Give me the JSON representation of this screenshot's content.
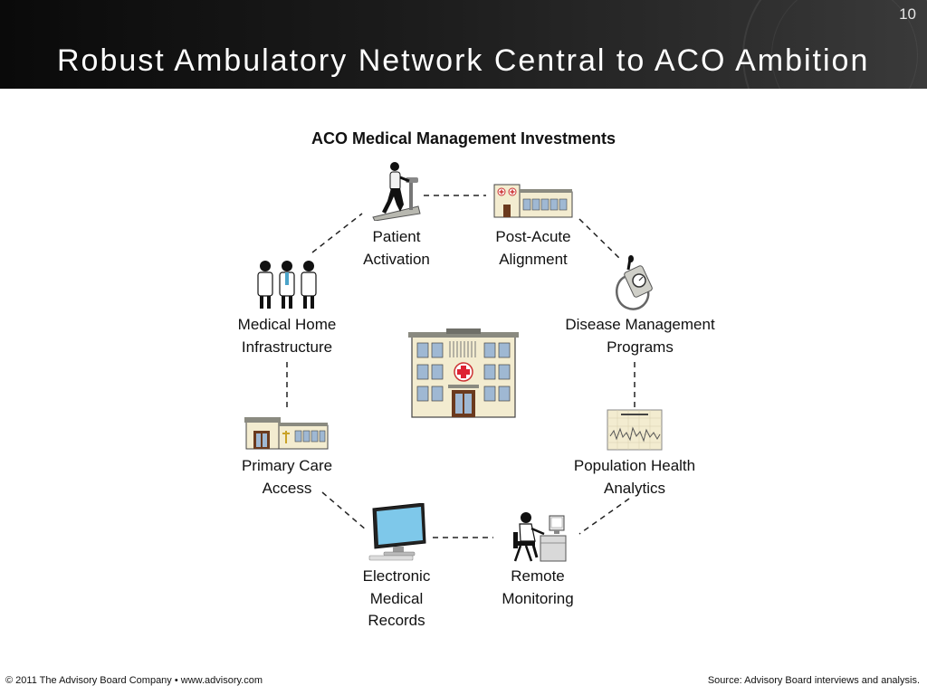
{
  "header": {
    "title": "Robust Ambulatory Network Central to ACO Ambition",
    "page_number": "10"
  },
  "diagram": {
    "heading": "ACO Medical Management Investments",
    "nodes": [
      {
        "key": "patient_activation",
        "label_lines": [
          "Patient",
          "Activation"
        ],
        "icon": "treadmill-runner-icon"
      },
      {
        "key": "post_acute",
        "label_lines": [
          "Post-Acute",
          "Alignment"
        ],
        "icon": "facility-building-icon"
      },
      {
        "key": "disease_mgmt",
        "label_lines": [
          "Disease Management",
          "Programs"
        ],
        "icon": "blood-pressure-cuff-icon"
      },
      {
        "key": "population_health",
        "label_lines": [
          "Population Health",
          "Analytics"
        ],
        "icon": "data-chart-icon"
      },
      {
        "key": "remote_monitoring",
        "label_lines": [
          "Remote",
          "Monitoring"
        ],
        "icon": "person-at-computer-icon"
      },
      {
        "key": "emr",
        "label_lines": [
          "Electronic",
          "Medical",
          "Records"
        ],
        "icon": "computer-monitor-icon"
      },
      {
        "key": "primary_care",
        "label_lines": [
          "Primary Care",
          "Access"
        ],
        "icon": "clinic-building-icon"
      },
      {
        "key": "medical_home",
        "label_lines": [
          "Medical Home",
          "Infrastructure"
        ],
        "icon": "care-team-icon"
      }
    ],
    "center_icon": "hospital-icon"
  },
  "footer": {
    "left": "© 2011 The Advisory Board Company • www.advisory.com",
    "right": "Source: Advisory Board interviews and analysis."
  }
}
